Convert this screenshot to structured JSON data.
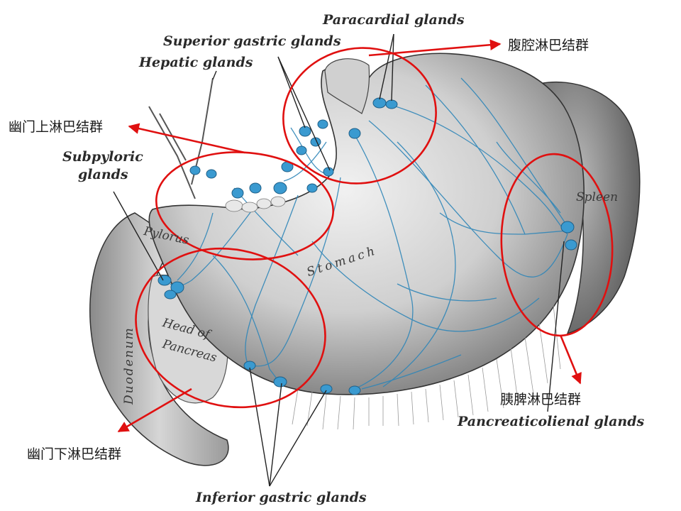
{
  "labels_en": {
    "paracardial": "Paracardial glands",
    "superior_gastric": "Superior gastric glands",
    "hepatic": "Hepatic glands",
    "subpyloric_line1": "Subpyloric",
    "subpyloric_line2": "glands",
    "pancreaticolienal": "Pancreaticolienal glands",
    "inferior_gastric": "Inferior gastric glands"
  },
  "labels_organ": {
    "stomach": "Stomach",
    "spleen": "Spleen",
    "pylorus": "Pylorus",
    "duodenum": "Duodenum",
    "head_of_pancreas_line1": "Head of",
    "head_of_pancreas_line2": "Pancreas"
  },
  "labels_cn": {
    "celiac": "腹腔淋巴结群",
    "suprapyloric": "幽门上淋巴结群",
    "infrapyloric": "幽门下淋巴结群",
    "pancreaticosplenic": "胰脾淋巴结群"
  },
  "colors": {
    "annotation_red": "#e01010",
    "vessel_blue": "#2f86b8",
    "node_blue": "#3a9ad0",
    "tissue_gray": "#bdbdbd"
  }
}
